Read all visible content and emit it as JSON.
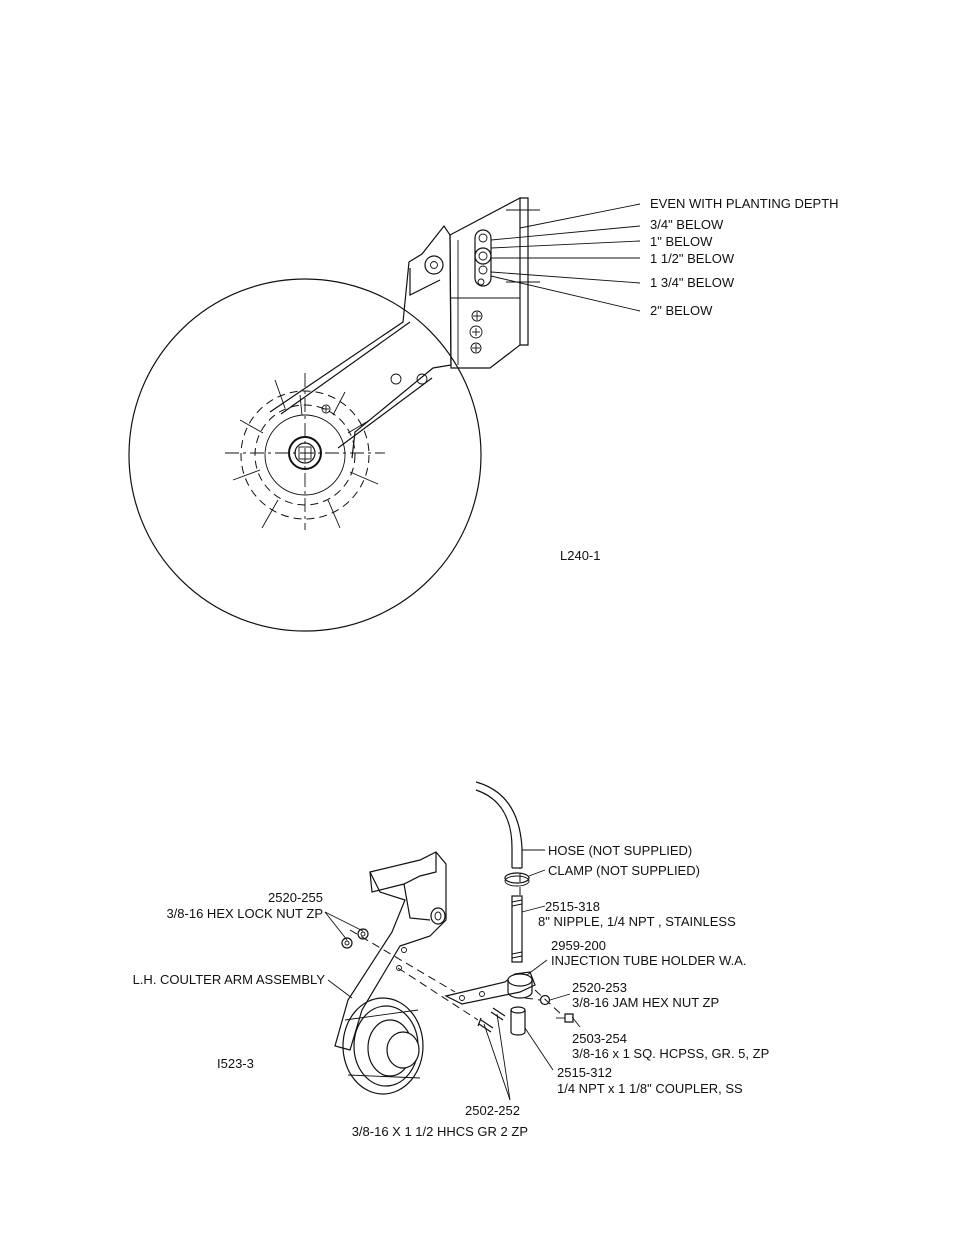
{
  "top_diagram": {
    "drawing_id": "L240-1",
    "depth_labels": [
      "EVEN WITH PLANTING DEPTH",
      "3/4\" BELOW",
      "1\" BELOW",
      "1 1/2\" BELOW",
      "1 3/4\" BELOW",
      "2\" BELOW"
    ]
  },
  "bottom_diagram": {
    "drawing_id": "I523-3",
    "callouts": {
      "hose": "HOSE (NOT SUPPLIED)",
      "clamp": "CLAMP (NOT SUPPLIED)",
      "nipple_part": "2515-318",
      "nipple_desc": "8\" NIPPLE, 1/4 NPT , STAINLESS",
      "holder_part": "2959-200",
      "holder_desc": "INJECTION TUBE  HOLDER W.A.",
      "jam_nut_part": "2520-253",
      "jam_nut_desc": "3/8-16 JAM HEX NUT ZP",
      "set_screw_part": "2503-254",
      "set_screw_desc": "3/8-16 x 1 SQ. HCPSS, GR. 5, ZP",
      "coupler_part": "2515-312",
      "coupler_desc": "1/4 NPT x 1 1/8\" COUPLER, SS",
      "bolt_part": "2502-252",
      "bolt_desc": "3/8-16 X 1 1/2 HHCS GR 2 ZP",
      "lock_nut_part": "2520-255",
      "lock_nut_desc": "3/8-16 HEX LOCK NUT ZP",
      "arm": "L.H. COULTER ARM ASSEMBLY"
    }
  }
}
